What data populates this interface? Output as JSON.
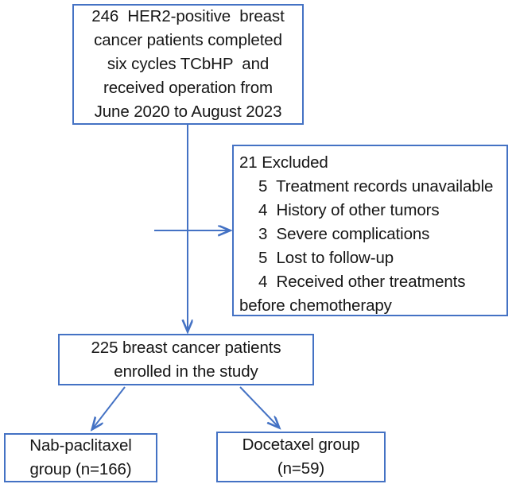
{
  "figure": {
    "type": "consort-flow-diagram",
    "accent_color": "#4472c4",
    "text_color": "#161616",
    "background_color": "#ffffff"
  },
  "nodes": {
    "screened": {
      "id": "screened-box",
      "lines": [
        "246  HER2-positive  breast",
        "cancer patients completed",
        "six cycles TCbHP  and",
        "received operation from",
        "June 2020 to August 2023"
      ],
      "count": "246"
    },
    "excluded": {
      "id": "excluded-box",
      "heading": "21 Excluded",
      "count": "21",
      "reasons": [
        "5  Treatment records unavailable",
        "4  History of other tumors",
        "3  Severe complications",
        "5  Lost to follow-up",
        "4  Received other treatments"
      ],
      "continuation": "before chemotherapy"
    },
    "enrolled": {
      "id": "enrolled-box",
      "lines": [
        "225 breast cancer patients",
        "enrolled in the study"
      ],
      "count": "225"
    },
    "nab_paclitaxel": {
      "id": "nab-paclitaxel-group-box",
      "lines": [
        "Nab-paclitaxel",
        "group (n=166)"
      ],
      "count": "166"
    },
    "docetaxel": {
      "id": "docetaxel-group-box",
      "lines": [
        "Docetaxel group",
        "(n=59)"
      ],
      "count": "59"
    }
  },
  "connectors": [
    {
      "name": "screened-to-enrolled-arrow",
      "from": "screened",
      "to": "enrolled",
      "shape": "vertical"
    },
    {
      "name": "screened-to-excluded-arrow",
      "from": "screened",
      "to": "excluded",
      "shape": "horizontal-branch"
    },
    {
      "name": "enrolled-to-nab-arrow",
      "from": "enrolled",
      "to": "nab_paclitaxel",
      "shape": "diagonal-left"
    },
    {
      "name": "enrolled-to-docetaxel-arrow",
      "from": "enrolled",
      "to": "docetaxel",
      "shape": "diagonal-right"
    }
  ]
}
